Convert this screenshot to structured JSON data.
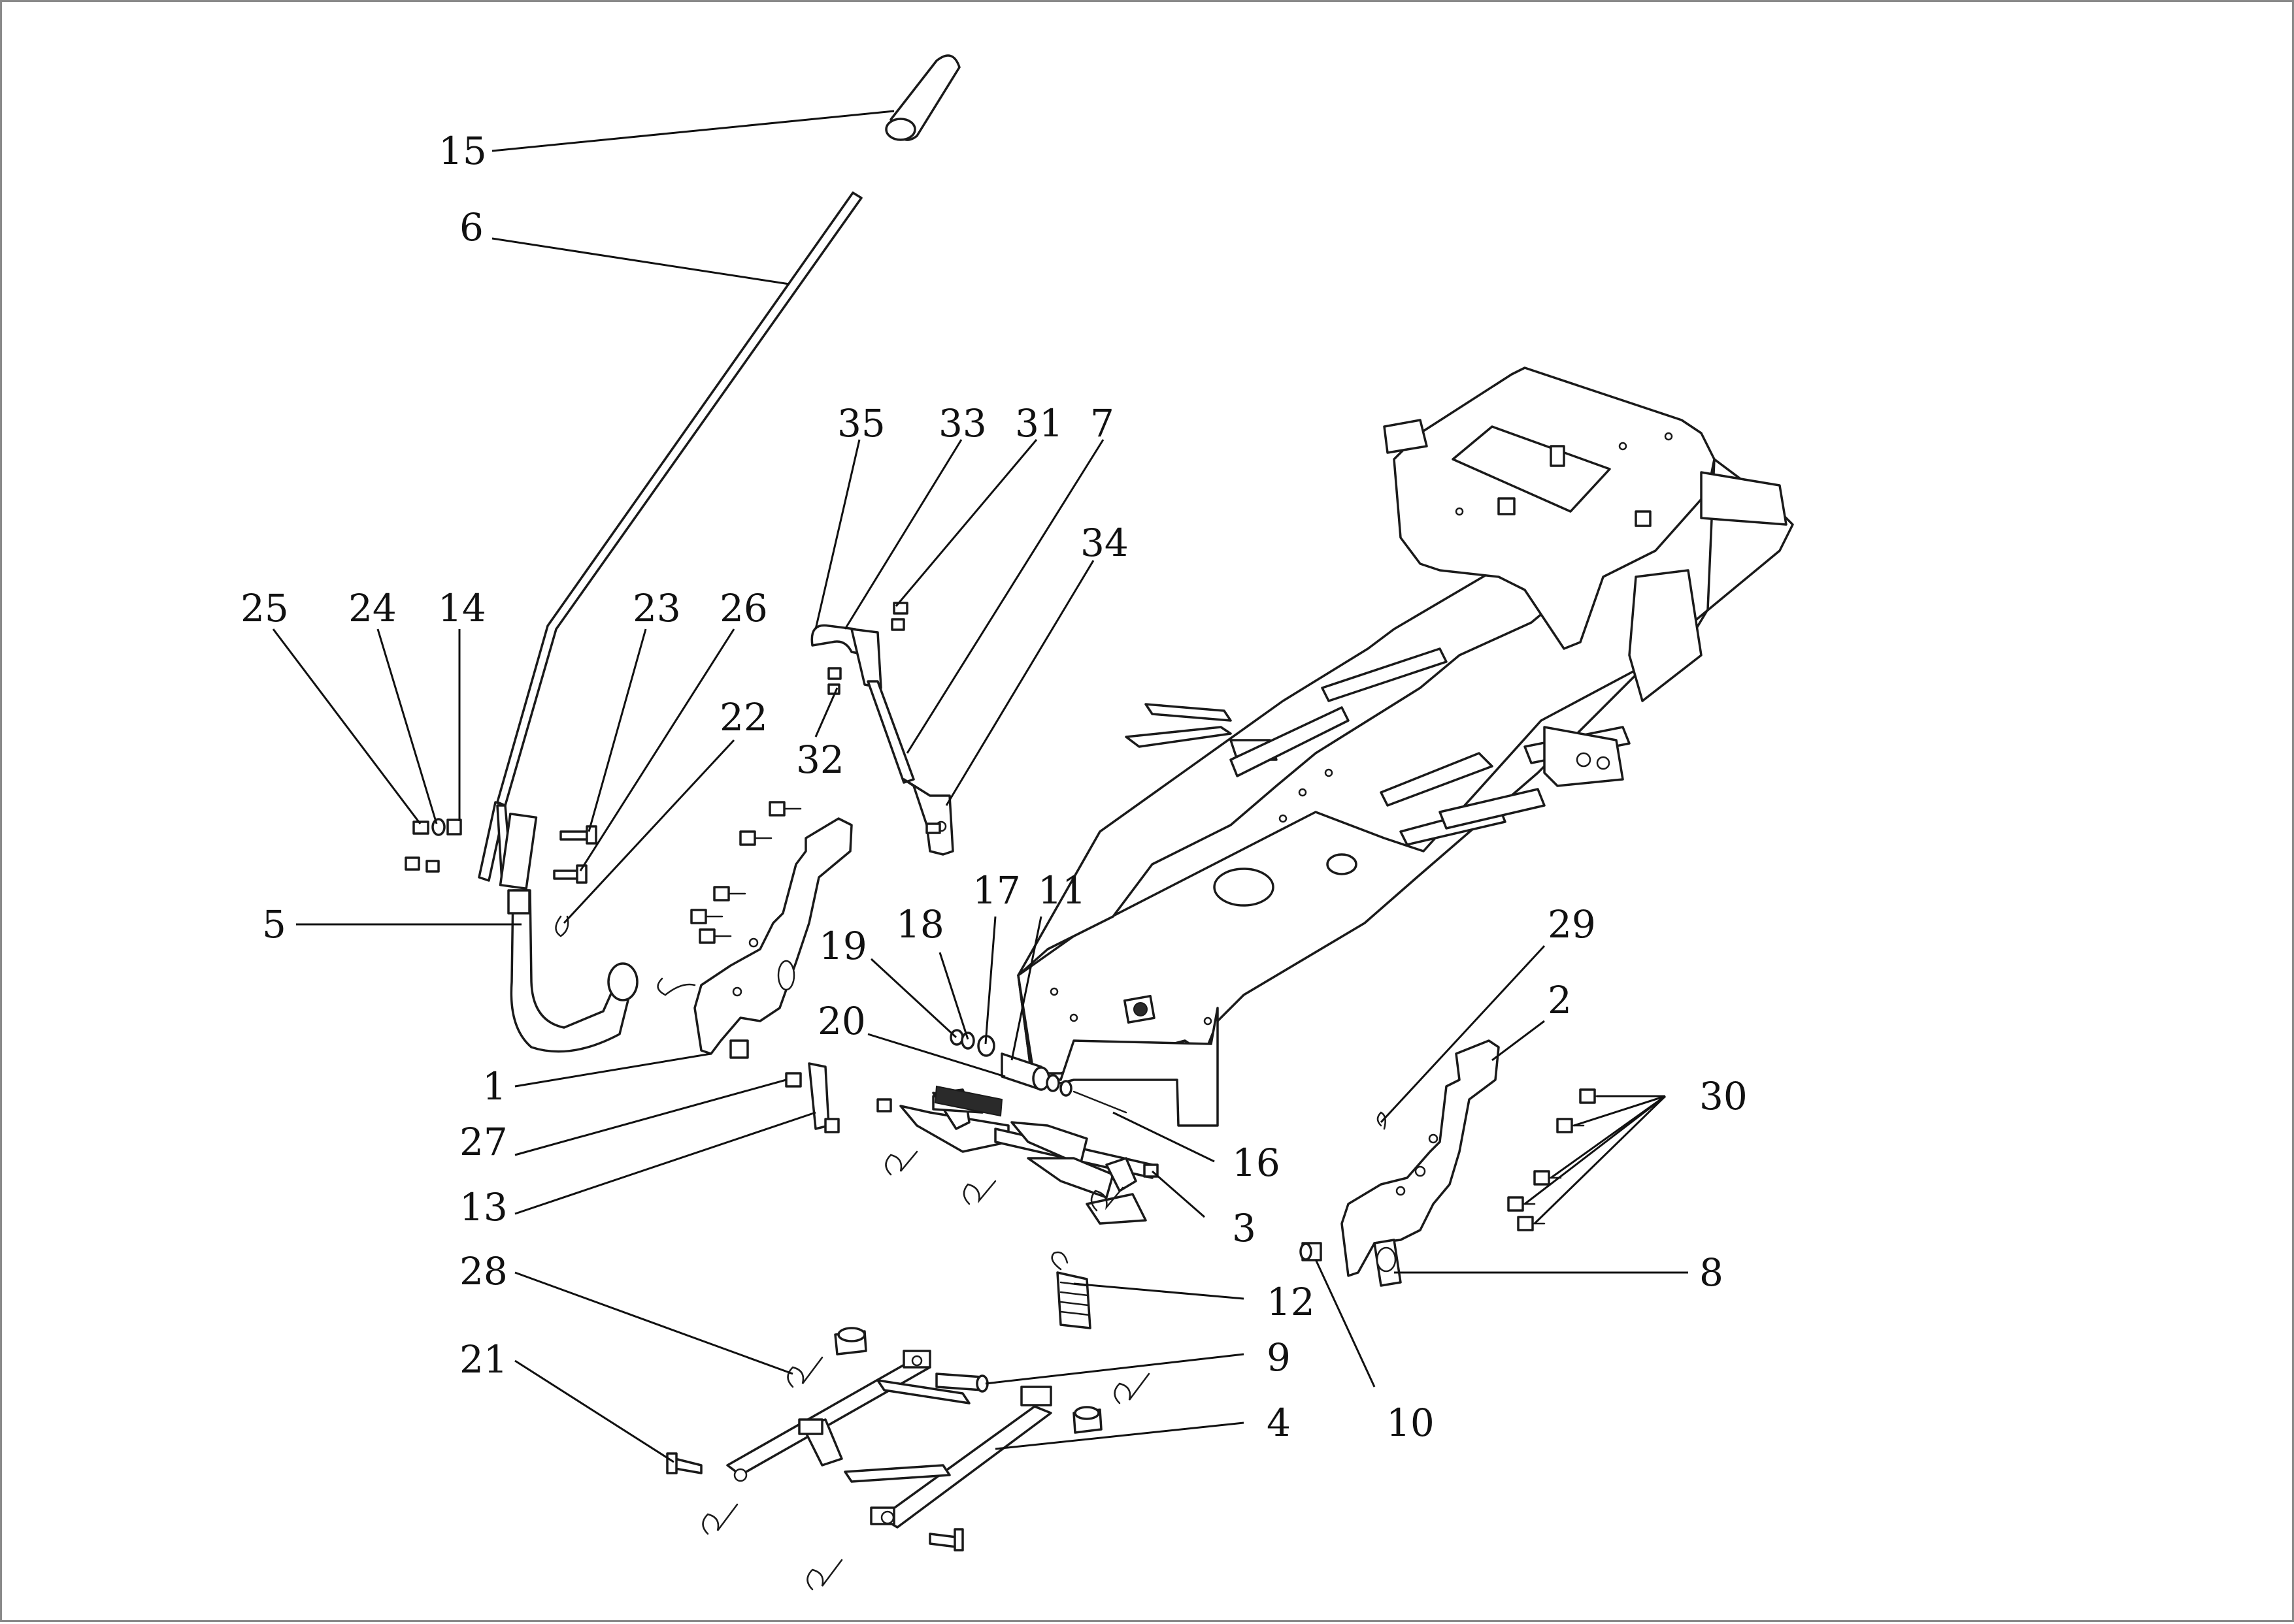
{
  "diagram": {
    "type": "exploded-parts-diagram",
    "callouts": [
      "15",
      "6",
      "35",
      "33",
      "31",
      "7",
      "34",
      "25",
      "24",
      "14",
      "23",
      "26",
      "22",
      "32",
      "5",
      "29",
      "2",
      "19",
      "18",
      "17",
      "11",
      "20",
      "30",
      "1",
      "27",
      "16",
      "13",
      "3",
      "8",
      "28",
      "12",
      "9",
      "21",
      "10",
      "4"
    ]
  },
  "colors": {
    "line": "#1a1a1a",
    "background": "#ffffff",
    "border": "#8a8a8a"
  }
}
